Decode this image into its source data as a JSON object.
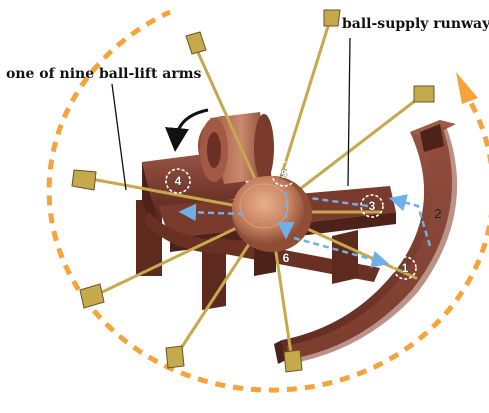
{
  "labels": {
    "runway": "ball-supply runway",
    "arm": "one of nine ball-lift arms"
  },
  "markers": [
    "1",
    "2",
    "3",
    "4",
    "5",
    "6"
  ],
  "colors": {
    "wood": "#7a3a2c",
    "wood_dark": "#4d2219",
    "wood_light": "#9a5645",
    "copper": "#c9845e",
    "brass": "#c6a84d",
    "orange_dash": "#f5a33a",
    "blue_path": "#6fb0e8"
  }
}
